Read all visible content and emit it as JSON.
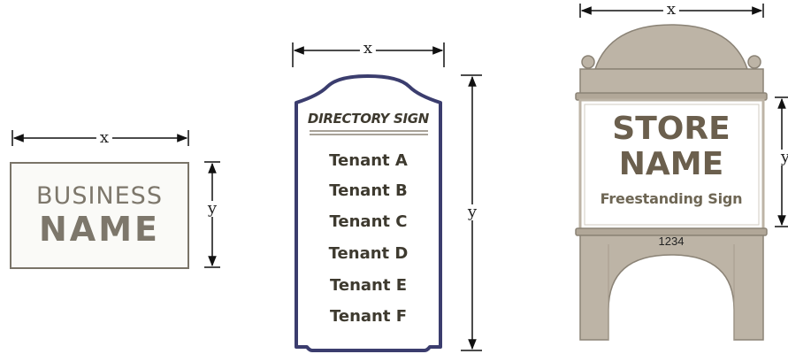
{
  "dimensions": {
    "width_symbol": "x",
    "height_symbol": "y"
  },
  "business_sign": {
    "line1": "BUSINESS",
    "line2": "NAME"
  },
  "directory_sign": {
    "title": "DIRECTORY SIGN",
    "tenants": [
      "Tenant A",
      "Tenant B",
      "Tenant C",
      "Tenant D",
      "Tenant E",
      "Tenant F"
    ]
  },
  "store_sign": {
    "line1": "STORE",
    "line2": "NAME",
    "subtitle": "Freestanding Sign",
    "address_number": "1234"
  },
  "colors": {
    "stone": "#bdb4a6",
    "stone_dark": "#8b8376",
    "directory_border": "#3b3d6e",
    "text_brown": "#6b5f4d"
  }
}
